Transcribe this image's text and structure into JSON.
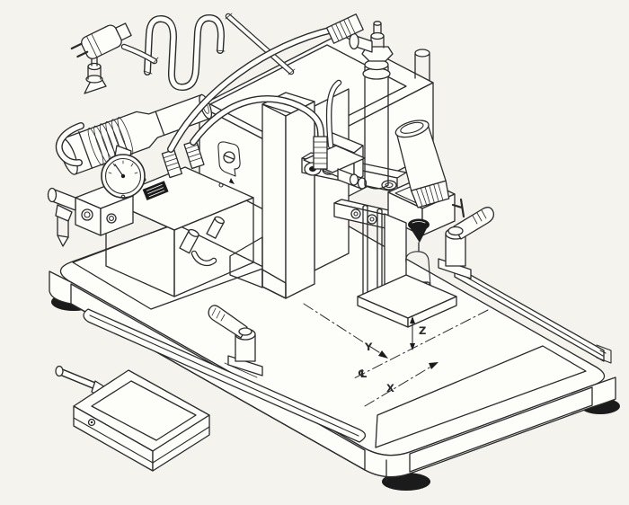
{
  "meta": {
    "description": "Isometric black-and-white technical line drawing of a benchtop pneumatic marking machine: filter-regulator with pressure gauge, valve manifold, air hoses, air cylinder, adjustable tool head on a column, clamp levers and guide rails on a rounded base plate, coordinate annotations on the work table, power plug, coiled air tube, and a foot pedal."
  },
  "colors": {
    "background": "#f4f3ee",
    "ink": "#2b2b2b",
    "paper": "#fdfdfa",
    "dark_fill": "#1b1b1b"
  },
  "annotations": {
    "x_label": "X",
    "y_label": "Y",
    "z_label": "Z",
    "centerline_symbol": "℄"
  },
  "parts": [
    "power-plug-and-cord",
    "coiled-air-tube",
    "air-supply-tube",
    "filter-regulator-unit",
    "pressure-gauge",
    "solenoid-valve-block",
    "manifold-block",
    "air-hoses",
    "machine-body",
    "vertical-column",
    "air-cylinder",
    "adjustment-knob",
    "tool-head-assembly",
    "marking-head",
    "front-clamp-lever",
    "rear-clamp-lever",
    "front-guide-rail",
    "rear-guide-rail",
    "base-plate",
    "rubber-feet",
    "work-area-coordinate-annotations",
    "foot-pedal"
  ]
}
